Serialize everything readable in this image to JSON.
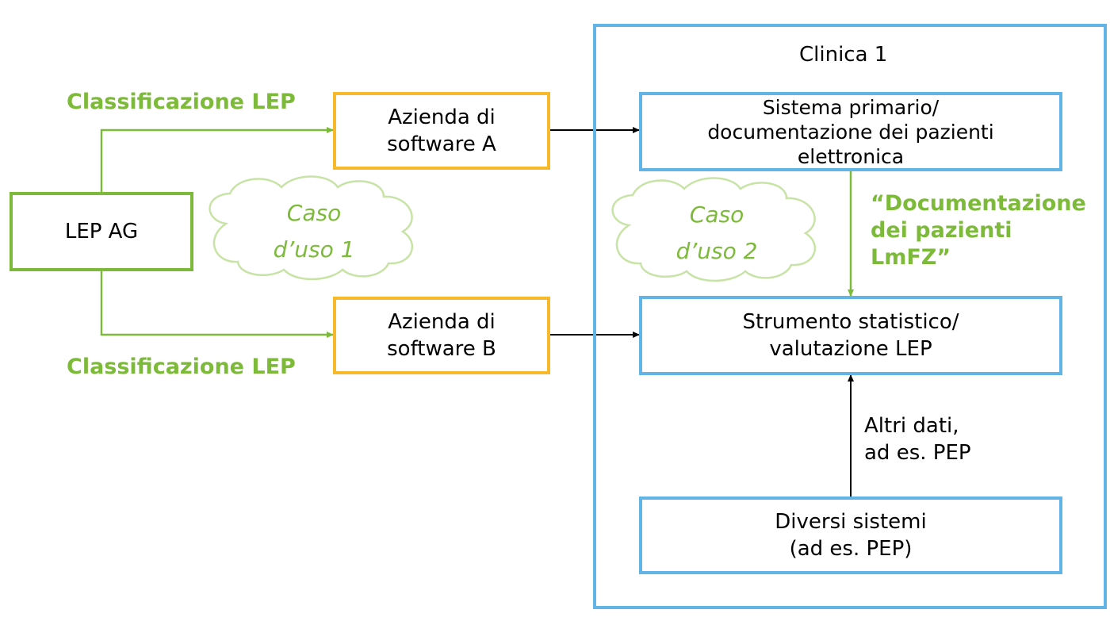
{
  "clinic": {
    "title": "Clinica 1"
  },
  "nodes": {
    "lep_ag": {
      "lines": [
        "LEP AG"
      ]
    },
    "software_a": {
      "lines": [
        "Azienda di",
        "software A"
      ]
    },
    "software_b": {
      "lines": [
        "Azienda di",
        "software B"
      ]
    },
    "primary_system": {
      "lines": [
        "Sistema primario/",
        "documentazione dei pazienti",
        "elettronica"
      ]
    },
    "stat_tool": {
      "lines": [
        "Strumento statistico/",
        "valutazione LEP"
      ]
    },
    "other_systems": {
      "lines": [
        "Diversi sistemi",
        "(ad es. PEP)"
      ]
    }
  },
  "labels": {
    "classification_top": "Classificazione LEP",
    "classification_bottom": "Classificazione LEP",
    "lmfz": [
      "“Documentazione",
      "dei pazienti",
      "LmFZ”"
    ],
    "other_data": [
      "Altri dati,",
      "ad es. PEP"
    ]
  },
  "clouds": {
    "use_case_1": [
      "Caso",
      "d’uso 1"
    ],
    "use_case_2": [
      "Caso",
      "d’uso 2"
    ]
  },
  "colors": {
    "green": "#7dba3a",
    "yellow": "#f7b92b",
    "blue": "#63b4e6",
    "arrow": "#000000"
  }
}
